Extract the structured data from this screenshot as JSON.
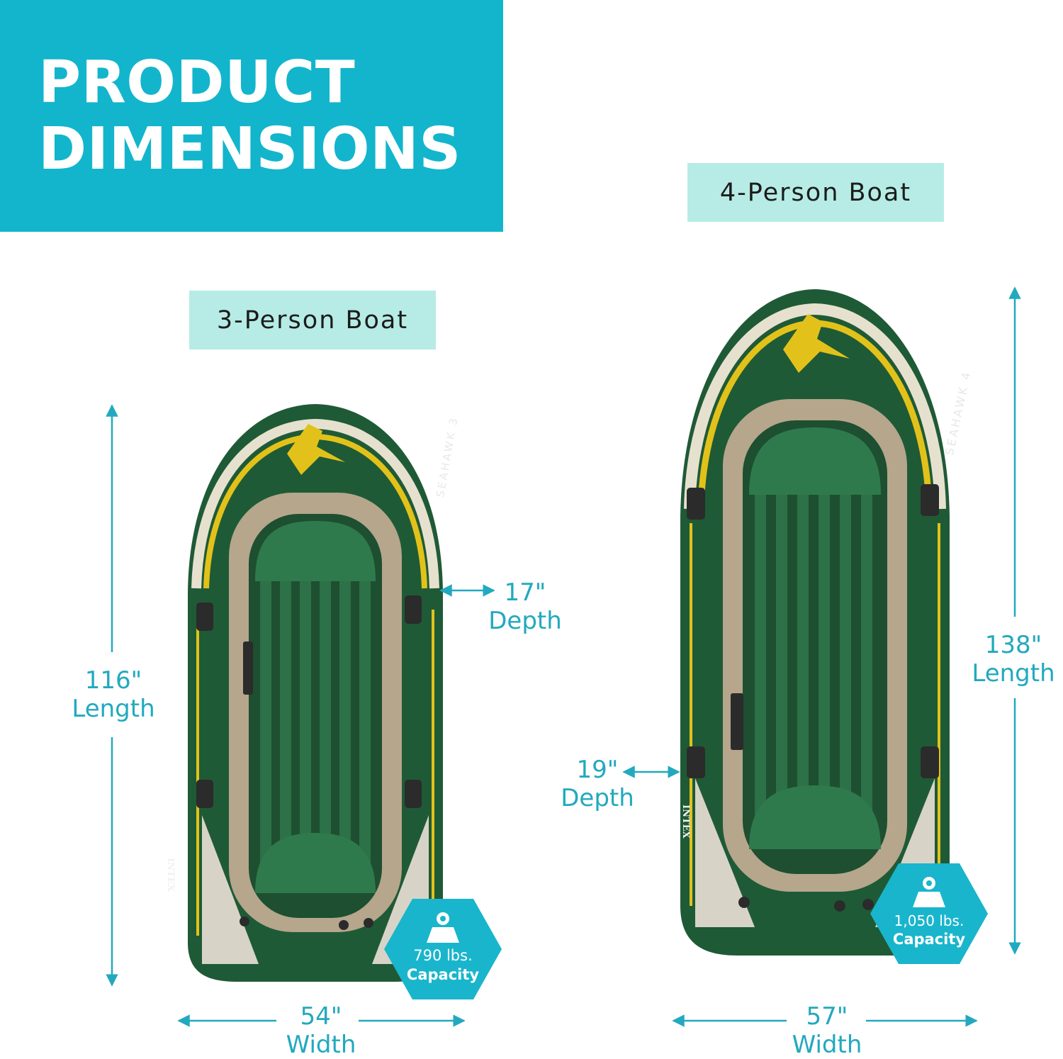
{
  "header": {
    "line1": "PRODUCT",
    "line2": "DIMENSIONS"
  },
  "colors": {
    "accent": "#12b5cc",
    "label_bg": "#b6ece5",
    "dimension_text": "#22a9bf",
    "boat_green": "#1f5a36",
    "boat_yellow": "#e2c21a",
    "boat_tan": "#b5a68c"
  },
  "boats": {
    "three_person": {
      "label": "3-Person Boat",
      "length_value": "116\"",
      "length_label": "Length",
      "width_value": "54\"",
      "width_label": "Width",
      "depth_value": "17\"",
      "depth_label": "Depth",
      "capacity_value": "790 lbs.",
      "capacity_label": "Capacity",
      "brand": "INTEX",
      "model": "SEAHAWK 3"
    },
    "four_person": {
      "label": "4-Person Boat",
      "length_value": "138\"",
      "length_label": "Length",
      "width_value": "57\"",
      "width_label": "Width",
      "depth_value": "19\"",
      "depth_label": "Depth",
      "capacity_value": "1,050 lbs.",
      "capacity_label": "Capacity",
      "brand": "INTEX",
      "model": "SEAHAWK 4"
    }
  }
}
